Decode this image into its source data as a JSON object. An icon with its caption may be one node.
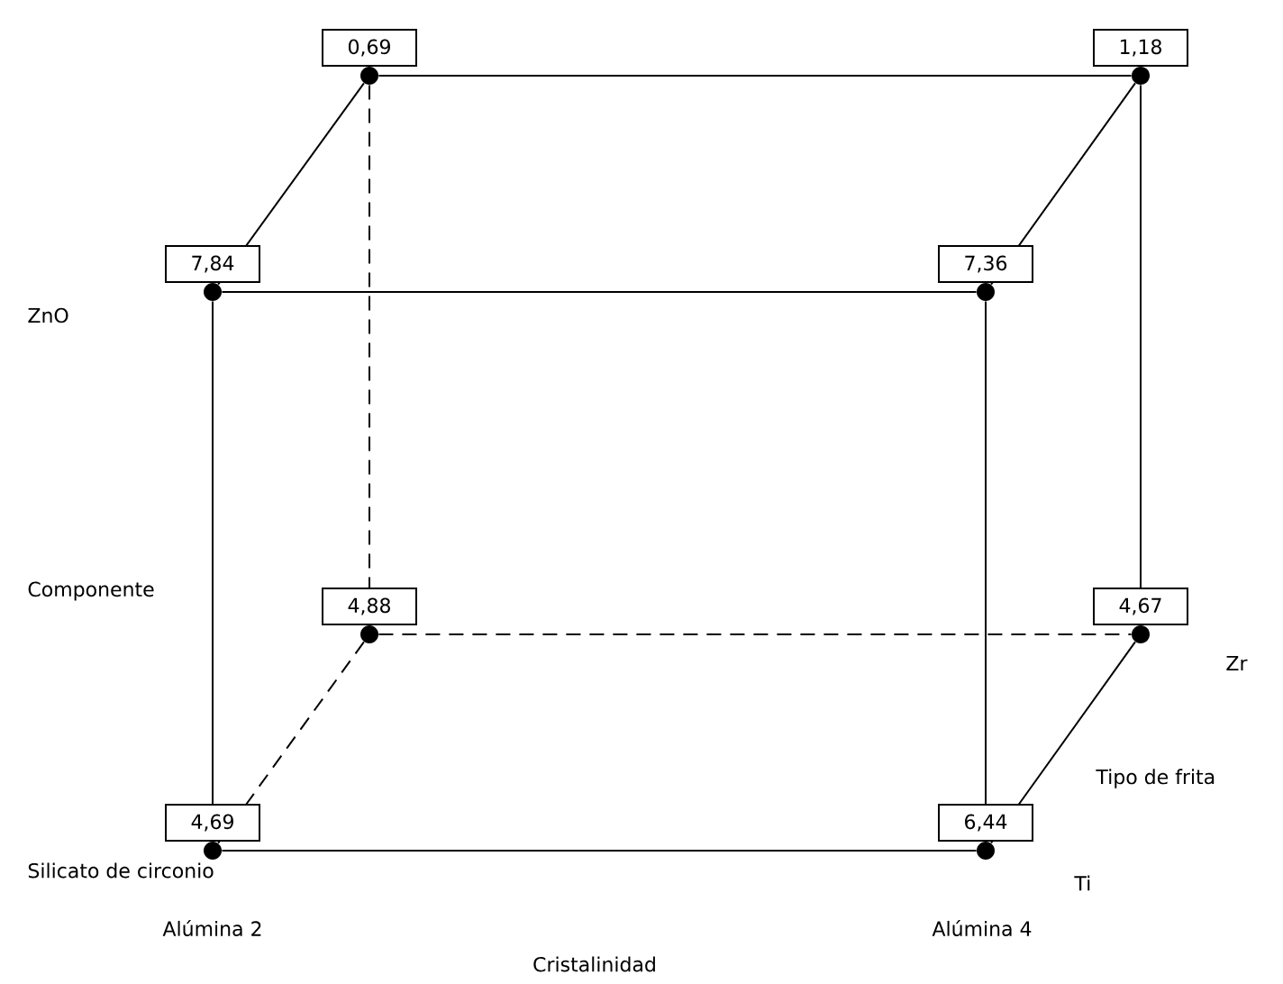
{
  "diagram": {
    "nodes": [
      {
        "text": [],
        "shape": "circle",
        "beside": [
          "0,69"
        ]
      },
      {
        "text": [],
        "shape": "circle",
        "beside": [
          "1,18"
        ]
      },
      {
        "text": [],
        "shape": "circle",
        "beside": [
          "7,84"
        ]
      },
      {
        "text": [],
        "shape": "circle",
        "beside": [
          "7,36"
        ]
      },
      {
        "text": [],
        "shape": "circle",
        "beside": [
          "4,88"
        ]
      },
      {
        "text": [],
        "shape": "circle",
        "beside": [
          "4,67"
        ]
      },
      {
        "text": [],
        "shape": "circle",
        "beside": [
          "4,69"
        ]
      },
      {
        "text": [],
        "shape": "circle",
        "beside": [
          "6,44"
        ]
      }
    ],
    "edges": [
      {
        "from": 0,
        "to": 1,
        "arrow": "none"
      },
      {
        "from": 0,
        "to": 2,
        "arrow": "none"
      },
      {
        "from": 1,
        "to": 3,
        "arrow": "none"
      },
      {
        "from": 2,
        "to": 3,
        "arrow": "none"
      },
      {
        "from": 0,
        "to": 4,
        "arrow": "none",
        "style": "dashed"
      },
      {
        "from": 1,
        "to": 5,
        "arrow": "none"
      },
      {
        "from": 2,
        "to": 6,
        "arrow": "none"
      },
      {
        "from": 3,
        "to": 7,
        "arrow": "none"
      },
      {
        "from": 4,
        "to": 5,
        "arrow": "none",
        "style": "dashed"
      },
      {
        "from": 4,
        "to": 6,
        "arrow": "none",
        "style": "dashed"
      },
      {
        "from": 5,
        "to": 7,
        "arrow": "none"
      },
      {
        "from": 6,
        "to": 7,
        "arrow": "none"
      }
    ],
    "labels": [
      "ZnO",
      "Componente",
      "Zr",
      "Tipo de frita",
      "Silicato de circonio",
      "Ti",
      "Alúmina 2",
      "Alúmina 4",
      "Cristalinidad"
    ]
  }
}
